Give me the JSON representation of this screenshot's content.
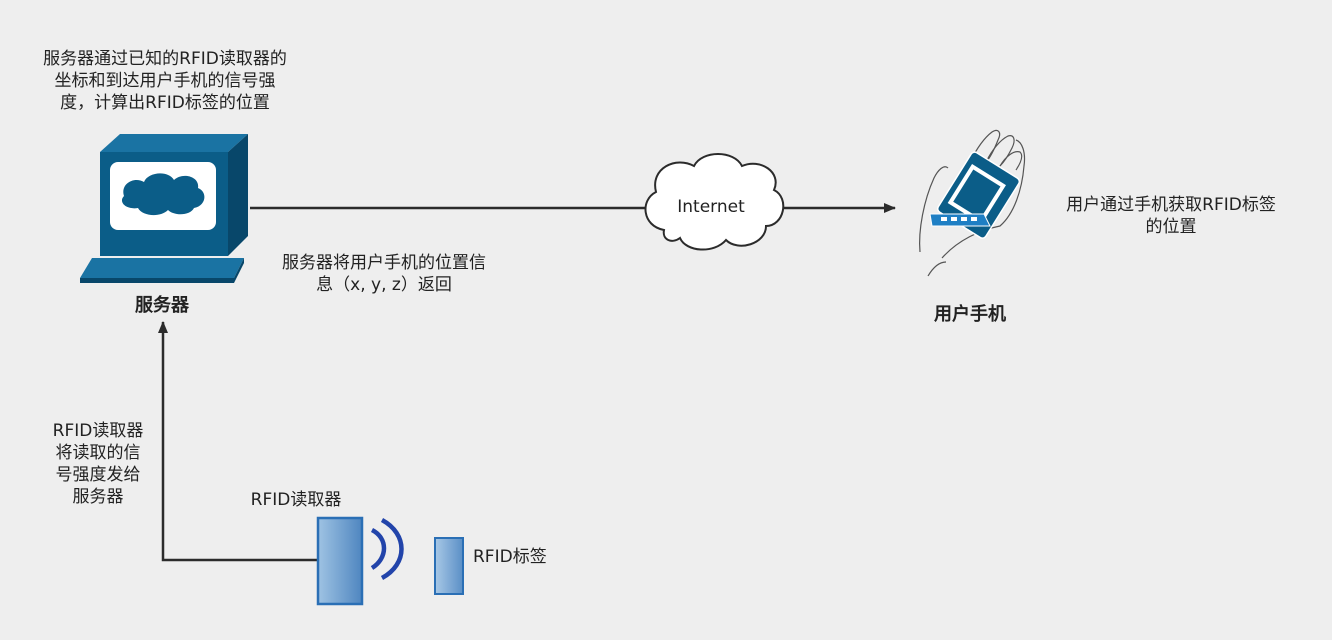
{
  "server": {
    "label": "服务器",
    "note_lines": [
      "服务器通过已知的RFID读取器的",
      "坐标和到达用户手机的信号强",
      "度，计算出RFID标签的位置"
    ]
  },
  "return_note": {
    "lines": [
      "服务器将用户手机的位置信",
      "息（x, y, z）返回"
    ]
  },
  "cloud": {
    "label": "Internet"
  },
  "phone": {
    "label": "用户手机",
    "note_lines": [
      "用户通过手机获取RFID标签",
      "的位置"
    ]
  },
  "reader": {
    "label": "RFID读取器",
    "note_lines": [
      "RFID读取器",
      "将读取的信",
      "号强度发给",
      "服务器"
    ]
  },
  "tag": {
    "label": "RFID标签"
  },
  "colors": {
    "background": "#eeeeee",
    "device_blue": "#0b5d88",
    "device_blue_dark": "#08476a",
    "reader_blue": "#2a6fb5",
    "wave_blue": "#2244aa",
    "line": "#2b2b2b"
  }
}
